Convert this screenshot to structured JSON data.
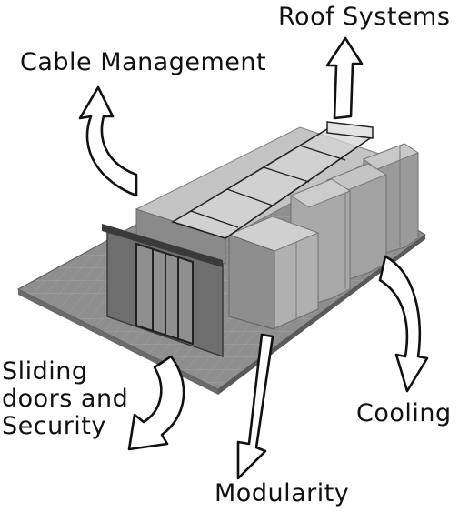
{
  "labels": {
    "roof_systems": "Roof Systems",
    "cable_management": "Cable Management",
    "sliding_doors_line1": "Sliding",
    "sliding_doors_line2": "doors and",
    "sliding_doors_line3": "Security",
    "cooling": "Cooling",
    "modularity": "Modularity"
  },
  "colors": {
    "floor": "#8e8e8e",
    "rack_front": "#6e6e6e",
    "rack_side": "#a2a2a2",
    "rack_top": "#c4c4c4",
    "glass": "#d6d6d6",
    "arrow_stroke": "#111111"
  }
}
